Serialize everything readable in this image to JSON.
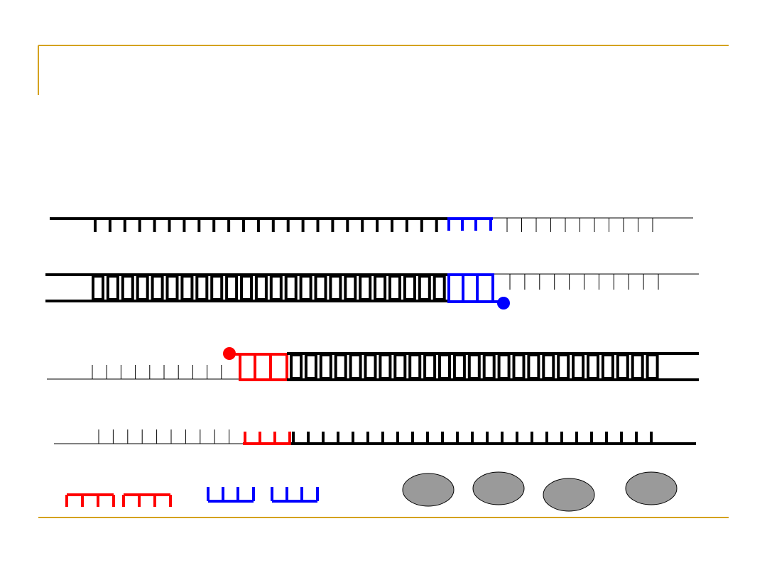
{
  "slide": {
    "frame_color": "#d4a21e"
  },
  "diagram": {
    "description_text": "",
    "colors": {
      "strand": "#000000",
      "primer_forward": "#0000ff",
      "primer_reverse": "#ff0000",
      "polymerase": "#9a9a9a",
      "polymerase_outline": "#000000"
    },
    "rows": [
      {
        "id": "row-1",
        "kind": "template-with-forward-primer-annealing"
      },
      {
        "id": "row-2",
        "kind": "forward-primer-extension-double-strand"
      },
      {
        "id": "row-3",
        "kind": "reverse-primer-extension-double-strand"
      },
      {
        "id": "row-4",
        "kind": "template-with-reverse-primer-annealing"
      }
    ],
    "legend": {
      "free_reverse_primers": 2,
      "free_forward_primers": 2,
      "polymerase_molecules": 4
    }
  }
}
